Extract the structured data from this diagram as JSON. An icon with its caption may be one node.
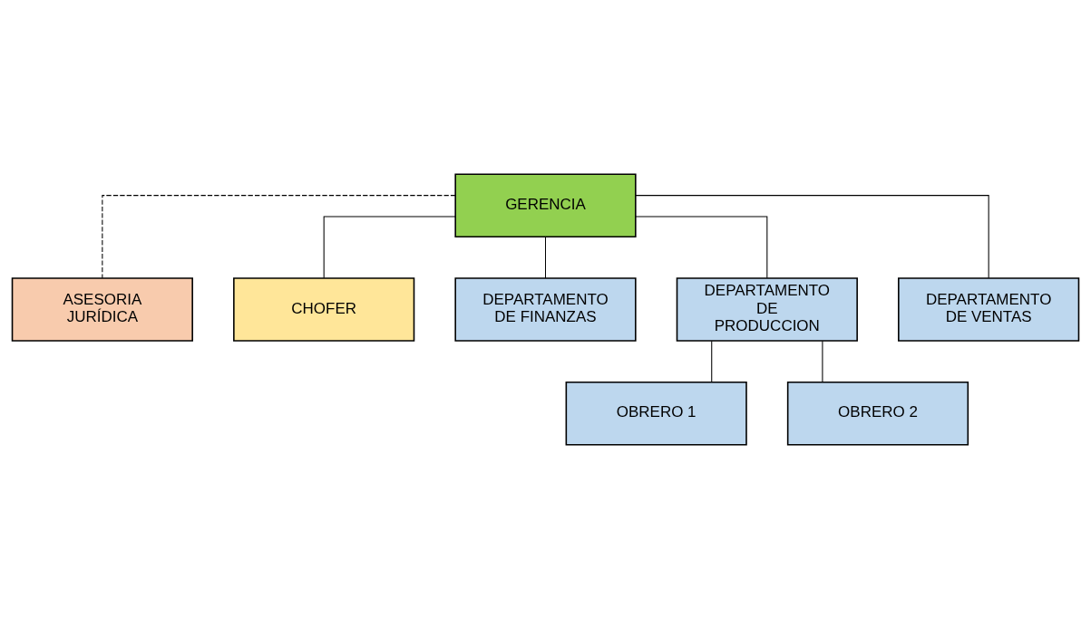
{
  "diagram": {
    "nodes": [
      {
        "text": [
          "GERENCIA"
        ]
      },
      {
        "text": [
          "ASESORIA JURÍDICA"
        ]
      },
      {
        "text": [
          "CHOFER"
        ]
      },
      {
        "text": [
          "DEPARTAMENTO DE FINANZAS"
        ]
      },
      {
        "text": [
          "DEPARTAMENTO DE PRODUCCION"
        ]
      },
      {
        "text": [
          "DEPARTAMENTO DE VENTAS"
        ]
      },
      {
        "text": [
          "OBRERO 1"
        ]
      },
      {
        "text": [
          "OBRERO 2"
        ]
      }
    ],
    "edges": [
      {
        "from": 0,
        "to": 1,
        "arrow": "none",
        "style": "dashed"
      },
      {
        "from": 0,
        "to": 2,
        "arrow": "none"
      },
      {
        "from": 0,
        "to": 3,
        "arrow": "none"
      },
      {
        "from": 0,
        "to": 4,
        "arrow": "none"
      },
      {
        "from": 0,
        "to": 5,
        "arrow": "none"
      },
      {
        "from": 4,
        "to": 6,
        "arrow": "none"
      },
      {
        "from": 4,
        "to": 7,
        "arrow": "none"
      }
    ]
  }
}
